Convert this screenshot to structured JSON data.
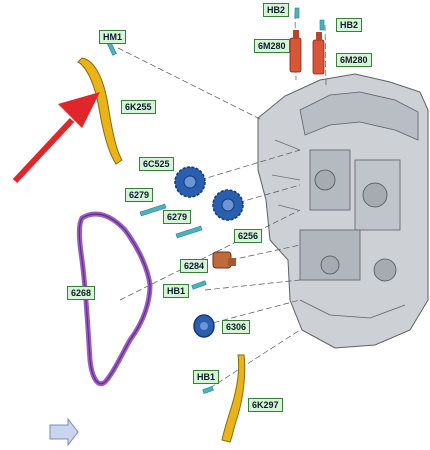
{
  "labels": {
    "hm1": "HM1",
    "hb2_left": "HB2",
    "hb2_right": "HB2",
    "m280_left": "6M280",
    "m280_right": "6M280",
    "k255": "6K255",
    "c525": "6C525",
    "b6279_a": "6279",
    "b6279_b": "6279",
    "p6256": "6256",
    "p6284": "6284",
    "hb1_top": "HB1",
    "chain": "6268",
    "p6306": "6306",
    "hb1_bottom": "HB1",
    "k297": "6K297"
  },
  "colors": {
    "label_fill": "#d6f4d6",
    "label_border": "#3a7d3a",
    "guide_yellow": "#e8b418",
    "sprocket_blue": "#2a5fb0",
    "chain_purple": "#9a5cc2",
    "solenoid_orange": "#d9553a",
    "arrow_red": "#e0262a",
    "bolt_teal": "#49b3c4",
    "engine_gray": "#c9cdd2"
  }
}
